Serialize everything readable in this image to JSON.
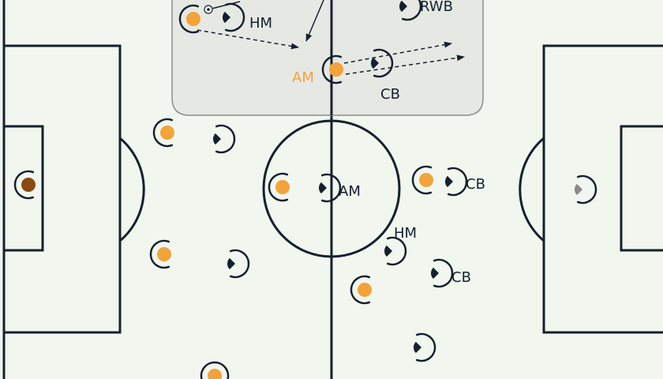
{
  "colors": {
    "background": "#f1f6ee",
    "lines": "#15202e",
    "home_team": "#f2a33a",
    "goalkeeper_home": "#8a4a12",
    "goalkeeper_away": "#8a8a8a",
    "away_team": "#15202e",
    "inset_panel": "#e6e8e4"
  },
  "inset": {
    "labels": {
      "hm": "HM",
      "rwb": "RWB",
      "am": "AM",
      "cb": "CB"
    },
    "ball_icon": "soccer-ball-icon",
    "arrow_style": "dashed"
  },
  "pitch": {
    "labels": {
      "am": "AM",
      "cb_top": "CB",
      "hm": "HM",
      "cb_bottom": "CB"
    }
  }
}
